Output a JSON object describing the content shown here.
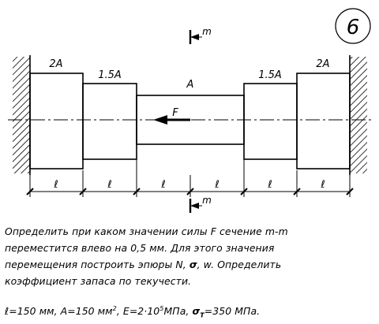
{
  "problem_number": "6",
  "section_label": "m",
  "force_label": "F",
  "segments": [
    {
      "area": "2A",
      "length": "ℓ"
    },
    {
      "area": "1.5A",
      "length": "ℓ"
    },
    {
      "area": "A",
      "length": "ℓ"
    },
    {
      "area": "A",
      "length": "ℓ"
    },
    {
      "area": "1.5A",
      "length": "ℓ"
    },
    {
      "area": "2A",
      "length": "ℓ"
    }
  ],
  "text": {
    "line1": "Определить при каком значении силы F сечение m-m",
    "line2": "переместится влево на 0,5 мм. Для этого значения",
    "line3_a": "перемещения  построить эпюры N, ",
    "line3_sigma": "σ",
    "line3_b": ", w. Определить",
    "line4": "коэффициент запаса по текучести.",
    "given_a": "ℓ=150 мм, A=150 мм",
    "given_a_sup": "2",
    "given_e": ", E=2·10",
    "given_e_sup": "5",
    "given_e_unit": "МПа, ",
    "given_sigma": "σ",
    "given_sigma_sub": "T",
    "given_sigma_val": "=350 МПа."
  }
}
